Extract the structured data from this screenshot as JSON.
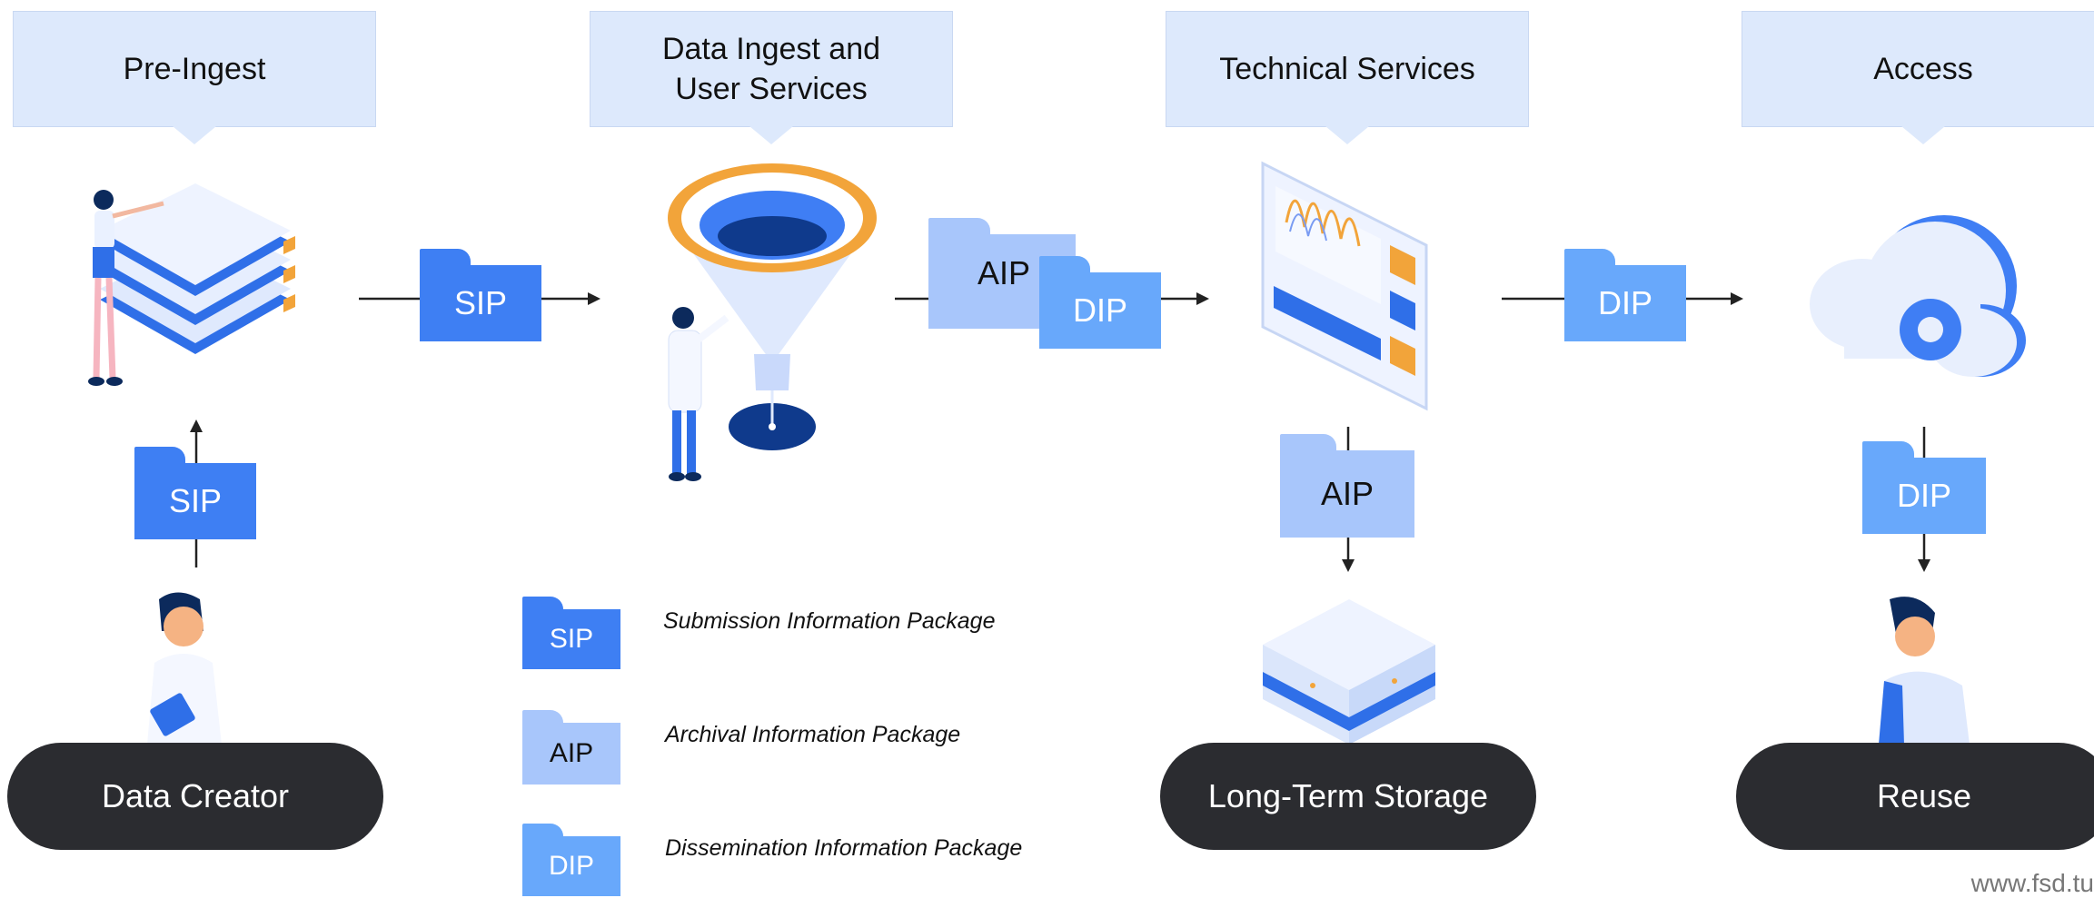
{
  "stages": {
    "pre_ingest": "Pre-Ingest",
    "ingest": "Data Ingest and\nUser Services",
    "technical": "Technical Services",
    "access": "Access"
  },
  "nodes": {
    "data_creator": "Data Creator",
    "long_term_storage": "Long-Term Storage",
    "reuse": "Reuse"
  },
  "packages": {
    "sip": "SIP",
    "aip": "AIP",
    "dip": "DIP"
  },
  "legend": {
    "sip": "Submission Information Package",
    "aip": "Archival Information Package",
    "dip": "Dissemination Information Package"
  },
  "footer": "www.fsd.tu",
  "colors": {
    "stage_bg": "#dde9fc",
    "pill_bg": "#2b2c30",
    "sip": "#3e7ff3",
    "aip": "#a8c6fb",
    "dip": "#68a8fb",
    "accent_orange": "#f2a43a"
  }
}
